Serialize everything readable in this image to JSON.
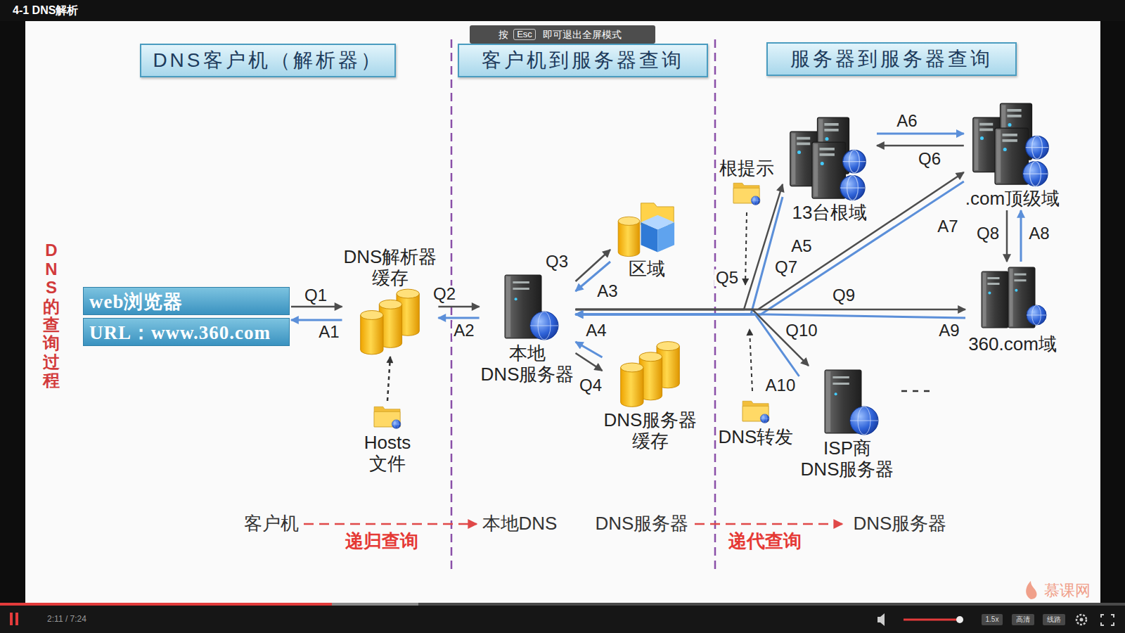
{
  "diagram": {
    "title": "4-1 DNS解析",
    "nodes": [
      {
        "text": [
          "DNS客户机（解析器）"
        ]
      },
      {
        "text": [
          "客户机到服务器查询"
        ]
      },
      {
        "text": [
          "服务器到服务器查询"
        ]
      },
      {
        "text": [
          "web浏览器",
          "URL：www.360.com"
        ]
      },
      {
        "text": [
          "DNS解析器 缓存"
        ]
      },
      {
        "text": [
          "Hosts 文件"
        ]
      },
      {
        "text": [
          "本地 DNS服务器"
        ]
      },
      {
        "text": [
          "区域"
        ]
      },
      {
        "text": [
          "DNS服务器 缓存"
        ]
      },
      {
        "text": [
          "根提示"
        ]
      },
      {
        "text": [
          "13台根域"
        ]
      },
      {
        "text": [
          ".com顶级域"
        ]
      },
      {
        "text": [
          "360.com域"
        ]
      },
      {
        "text": [
          "DNS转发"
        ]
      },
      {
        "text": [
          "ISP商 DNS服务器"
        ]
      }
    ],
    "edges": [
      {
        "from": 3,
        "to": 4,
        "label": "Q1",
        "arrow": "to"
      },
      {
        "from": 4,
        "to": 3,
        "label": "A1",
        "arrow": "to"
      },
      {
        "from": 4,
        "to": 6,
        "label": "Q2",
        "arrow": "to"
      },
      {
        "from": 6,
        "to": 4,
        "label": "A2",
        "arrow": "to"
      },
      {
        "from": 6,
        "to": 7,
        "label": "Q3",
        "arrow": "to"
      },
      {
        "from": 7,
        "to": 6,
        "label": "A3",
        "arrow": "to"
      },
      {
        "from": 6,
        "to": 8,
        "label": "Q4",
        "arrow": "to"
      },
      {
        "from": 8,
        "to": 6,
        "label": "A4",
        "arrow": "to"
      },
      {
        "from": 5,
        "to": 4,
        "arrow": "to"
      },
      {
        "from": 6,
        "to": 10,
        "label": "Q5",
        "arrow": "to"
      },
      {
        "from": 10,
        "to": 6,
        "label": "A5",
        "arrow": "to"
      },
      {
        "from": 11,
        "to": 10,
        "label": "Q6",
        "arrow": "to"
      },
      {
        "from": 10,
        "to": 11,
        "label": "A6",
        "arrow": "to"
      },
      {
        "from": 6,
        "to": 11,
        "label": "Q7",
        "arrow": "to"
      },
      {
        "from": 11,
        "to": 6,
        "label": "A7",
        "arrow": "to"
      },
      {
        "from": 11,
        "to": 12,
        "label": "Q8",
        "arrow": "to"
      },
      {
        "from": 12,
        "to": 11,
        "label": "A8",
        "arrow": "to"
      },
      {
        "from": 6,
        "to": 12,
        "label": "Q9",
        "arrow": "to"
      },
      {
        "from": 12,
        "to": 6,
        "label": "A9",
        "arrow": "to"
      },
      {
        "from": 6,
        "to": 14,
        "label": "Q10",
        "arrow": "to"
      },
      {
        "from": 14,
        "to": 6,
        "label": "A10",
        "arrow": "to"
      }
    ],
    "labels": [
      "按",
      "Esc",
      "即可退出全屏模式",
      "DNS的查询过程",
      "客户机",
      "递归查询",
      "本地DNS",
      "DNS服务器",
      "递代查询",
      "DNS服务器",
      "慕课网",
      "2:11 / 7:24",
      "1.5x",
      "高清",
      "线路"
    ]
  }
}
